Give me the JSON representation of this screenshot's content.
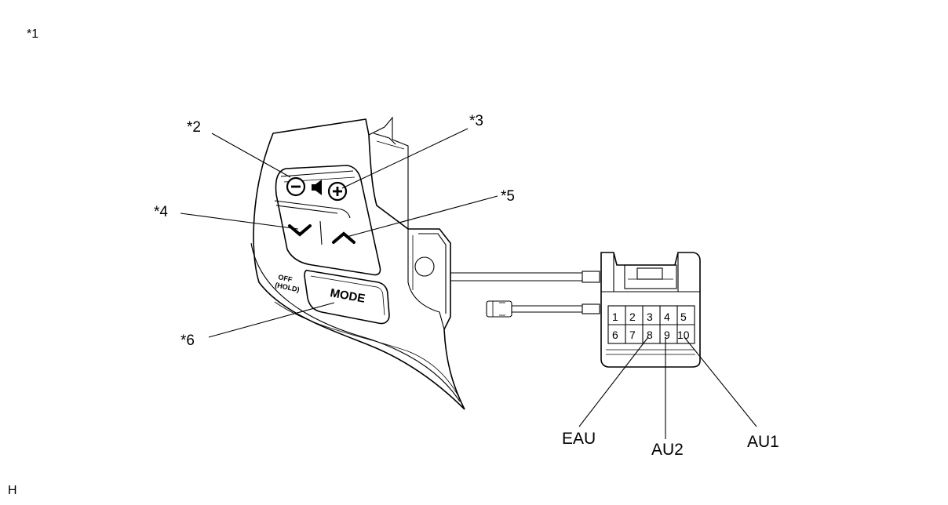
{
  "corner_label": "*1",
  "footer_label": "H",
  "callouts": {
    "c2": "*2",
    "c3": "*3",
    "c4": "*4",
    "c5": "*5",
    "c6": "*6"
  },
  "switch": {
    "mode_button": "MODE",
    "off_text_1": "OFF",
    "off_text_2": "(HOLD)"
  },
  "connector": {
    "pins_top": [
      "1",
      "2",
      "3",
      "4",
      "5"
    ],
    "pins_bottom": [
      "6",
      "7",
      "8",
      "9",
      "10"
    ]
  },
  "terminals": {
    "eau": "EAU",
    "au2": "AU2",
    "au1": "AU1"
  }
}
